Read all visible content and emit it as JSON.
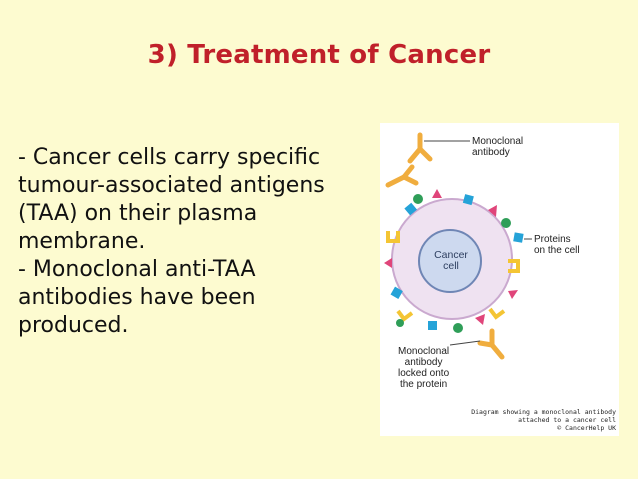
{
  "title": "3) Treatment of Cancer",
  "body": {
    "line1": "- Cancer cells carry specific tumour-associated antigens (TAA) on their plasma membrane.",
    "line2": "- Monoclonal anti-TAA antibodies have been produced."
  },
  "figure": {
    "label_monoclonal_antibody": [
      "Monoclonal",
      "antibody"
    ],
    "label_proteins": [
      "Proteins",
      "on the cell"
    ],
    "label_cancer_cell": [
      "Cancer",
      "cell"
    ],
    "label_locked": [
      "Monoclonal",
      "antibody",
      "locked onto",
      "the protein"
    ],
    "caption": [
      "Diagram showing a monoclonal antibody",
      "attached to a cancer cell",
      "© CancerHelp UK"
    ]
  },
  "colors": {
    "background": "#fdfbd0",
    "title": "#c0202a",
    "antibody": "#f0ad3e",
    "cell_membrane": "#efe2f1",
    "nucleus": "#cdd9ef",
    "receptor_cyan": "#25a3d8",
    "receptor_pink": "#e0457a",
    "receptor_yellow": "#f4c534",
    "receptor_green": "#2f9e58"
  }
}
